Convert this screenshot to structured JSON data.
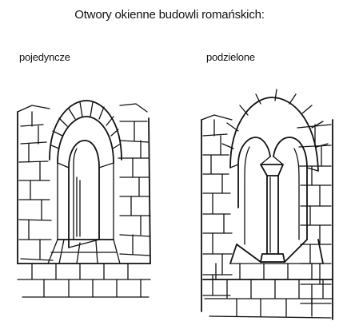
{
  "title": "Otwory okienne budowli romańskich:",
  "labels": {
    "single": "pojedyncze",
    "divided": "podzielone"
  },
  "colors": {
    "ink": "#111111",
    "background": "#ffffff"
  }
}
